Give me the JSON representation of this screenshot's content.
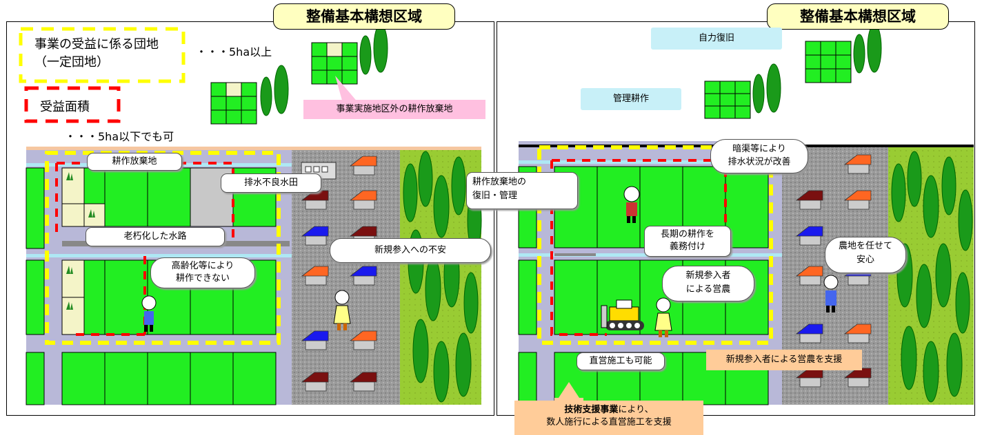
{
  "left_panel": {
    "zone_title": "整備基本構想区域",
    "legend": {
      "benefit_block_label": "事業の受益に係る団地（一定団地）",
      "benefit_block_note": "・・・5ha以上",
      "benefit_area_label": "受益面積",
      "benefit_area_note": "・・・5ha以下でも可"
    },
    "outside_abandoned_label": "事業実施地区外の耕作放棄地",
    "callouts": {
      "abandoned": "耕作放棄地",
      "poor_drainage": "排水不良水田",
      "aging_canal": "老朽化した水路",
      "aging_farmers": "高齢化等により\n耕作できない",
      "newcomer_worry": "新規参入への不安"
    }
  },
  "right_panel": {
    "zone_title": "整備基本構想区域",
    "self_restore_label": "自力復旧",
    "managed_cultivation_label": "管理耕作",
    "callouts": {
      "drainage_improved": "暗渠等により\n排水状況が改善",
      "abandoned_restore": "耕作放棄地の\n復旧・管理",
      "long_term": "長期の耕作を\n義務付け",
      "newcomer_farming": "新規参入者\nによる営農",
      "peace_of_mind": "農地を任せて\n安心",
      "direct_construction": "直営施工も可能",
      "support_newcomer": "新規参入者による営農を支援"
    },
    "tech_support": {
      "bold": "技術支援事業",
      "rest": "により、",
      "line2": "数人施行による直営施工を支援"
    }
  },
  "colors": {
    "field_green": "#22ee22",
    "road": "#b8b8d8",
    "water": "#aee8f4",
    "title_fill": "#ffffc0",
    "pink_label": "#ffc0e0",
    "cyan_label": "#c8f0f8",
    "orange_label": "#ffcc99",
    "yellow_dash": "#ffff00",
    "red_dash": "#ff0000"
  }
}
